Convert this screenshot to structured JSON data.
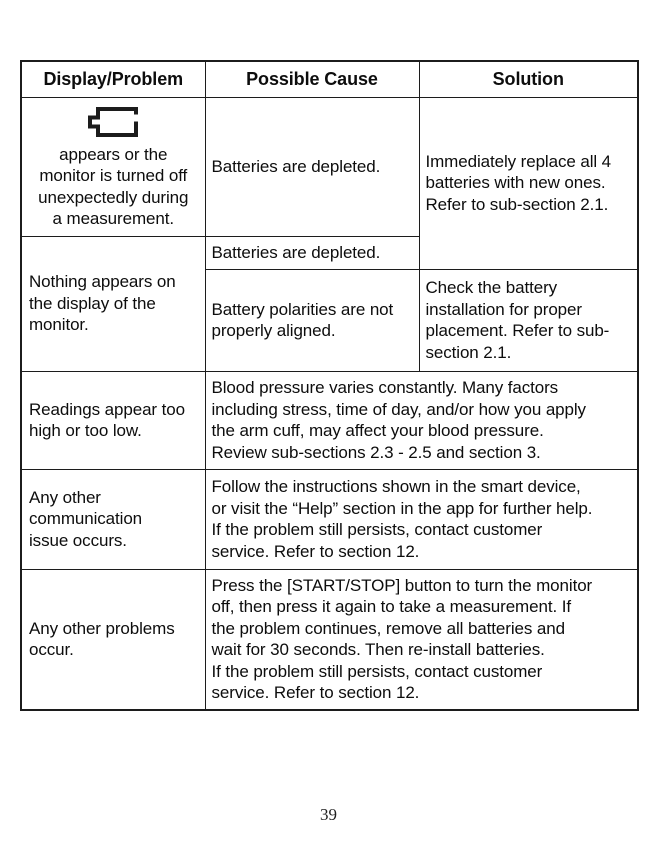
{
  "page": {
    "number": "39"
  },
  "colors": {
    "background": "#ffffff",
    "border": "#1c1c1c",
    "text": "#0d0d0d"
  },
  "icons": {
    "battery": "low-battery-icon"
  },
  "table": {
    "header": {
      "col1": "Display/Problem",
      "col2": "Possible Cause",
      "col3": "Solution"
    },
    "battery_row": {
      "problem": "appears or the\nmonitor is turned off\nunexpectedly during\na measurement.",
      "cause": "Batteries are depleted.",
      "solution": "Immediately replace all 4\nbatteries with new ones.\nRefer to sub-section 2.1."
    },
    "nothing_appears_row": {
      "problem": "Nothing appears on\nthe display of the\nmonitor.",
      "cause_batteries": "Batteries are depleted.",
      "cause_polarity": "Battery polarities are not\nproperly aligned.",
      "solution_polarity": "Check the battery\ninstallation for proper\nplacement. Refer to sub-\nsection 2.1."
    },
    "readings_row": {
      "problem": "Readings appear too\nhigh or too low.",
      "cause_solution": "Blood pressure varies constantly. Many factors\nincluding stress, time of day, and/or how you apply\nthe arm cuff, may affect your blood pressure.\nReview sub-sections 2.3 - 2.5 and section 3."
    },
    "communication_row": {
      "problem": "Any other\ncommunication\nissue occurs.",
      "cause_solution": "Follow the instructions shown in the smart device,\nor visit the “Help” section in the app for further help.\nIf the problem still persists, contact customer\nservice. Refer to section 12."
    },
    "other_problems_row": {
      "problem": "Any other problems\noccur.",
      "cause_solution": "Press the [START/STOP] button to turn the monitor\noff, then press it again to take a measurement. If\nthe problem continues, remove all batteries and\nwait for 30 seconds. Then re-install batteries.\nIf the problem still persists, contact customer\nservice. Refer to section 12."
    }
  }
}
